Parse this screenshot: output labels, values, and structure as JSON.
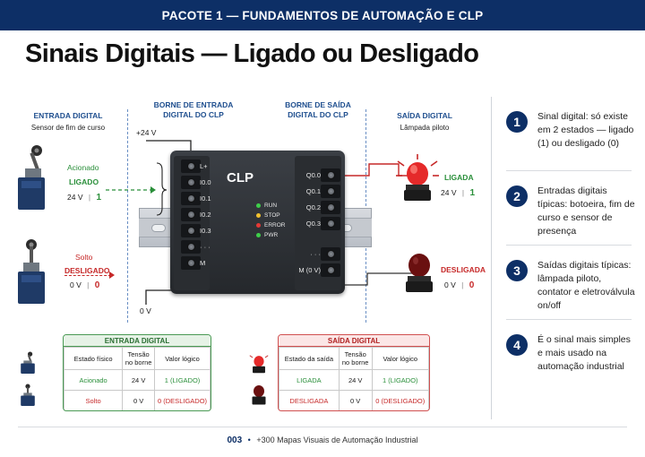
{
  "header": {
    "banner": "PACOTE 1 — FUNDAMENTOS DE AUTOMAÇÃO E CLP"
  },
  "title": "Sinais Digitais — Ligado ou Desligado",
  "columns": {
    "input_digital": {
      "title": "ENTRADA DIGITAL",
      "sub": "Sensor de fim de curso"
    },
    "input_borne": {
      "line1": "BORNE DE ENTRADA",
      "line2": "DIGITAL DO CLP"
    },
    "output_borne": {
      "line1": "BORNE DE SAÍDA",
      "line2": "DIGITAL DO CLP"
    },
    "output_digital": {
      "title": "SAÍDA DIGITAL",
      "sub": "Lâmpada piloto"
    }
  },
  "input_top": {
    "state": "Acionado",
    "logic": "LIGADO",
    "voltage": "24 V",
    "value": "1"
  },
  "input_bottom": {
    "state": "Solto",
    "logic": "DESLIGADO",
    "voltage": "0 V",
    "value": "0"
  },
  "output_top": {
    "logic": "LIGADA",
    "voltage": "24 V",
    "value": "1"
  },
  "output_bottom": {
    "logic": "DESLIGADA",
    "voltage": "0 V",
    "value": "0"
  },
  "supply": {
    "plus": "+24 V",
    "zero": "0 V"
  },
  "plc": {
    "label": "CLP",
    "inputs": [
      "L+",
      "I0.0",
      "I0.1",
      "I0.2",
      "I0.3",
      "· · ·",
      "M"
    ],
    "outputs": [
      "Q0.0",
      "Q0.1",
      "Q0.2",
      "Q0.3",
      "· · ·",
      "M (0 V)"
    ],
    "leds": [
      {
        "label": "RUN",
        "color": "#3ecf4a"
      },
      {
        "label": "STOP",
        "color": "#f2c12e"
      },
      {
        "label": "ERROR",
        "color": "#e53935"
      },
      {
        "label": "PWR",
        "color": "#3ecf4a"
      }
    ]
  },
  "table_in": {
    "title": "ENTRADA DIGITAL",
    "headers": [
      "Estado físico",
      "Tensão no borne",
      "Valor lógico"
    ],
    "rows": [
      [
        "Acionado",
        "24 V",
        "1 (LIGADO)"
      ],
      [
        "Solto",
        "0 V",
        "0 (DESLIGADO)"
      ]
    ]
  },
  "table_out": {
    "title": "SAÍDA DIGITAL",
    "headers": [
      "Estado da saída",
      "Tensão no borne",
      "Valor lógico"
    ],
    "rows": [
      [
        "LIGADA",
        "24 V",
        "1 (LIGADO)"
      ],
      [
        "DESLIGADA",
        "0 V",
        "0 (DESLIGADO)"
      ]
    ]
  },
  "points": [
    {
      "num": "1",
      "text": "Sinal digital: só existe em 2 estados — ligado (1) ou desligado (0)"
    },
    {
      "num": "2",
      "text": "Entradas digitais típicas: botoeira, fim de curso e sensor de presença"
    },
    {
      "num": "3",
      "text": "Saídas digitais típicas: lâmpada piloto, contator e eletroválvula on/off"
    },
    {
      "num": "4",
      "text": "É o sinal mais simples e mais usado na automação industrial"
    }
  ],
  "footer": {
    "page": "003",
    "bullet": "•",
    "text": "+300 Mapas Visuais de Automação Industrial"
  },
  "colors": {
    "navy": "#0d2f66",
    "green": "#2a8f3a",
    "red": "#c62828",
    "accent_blue": "#1f4f8f"
  }
}
